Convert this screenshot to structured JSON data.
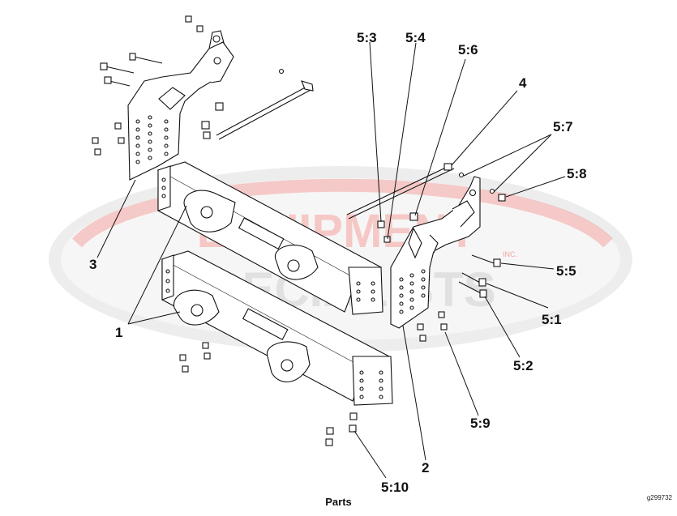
{
  "diagram": {
    "caption": "Parts",
    "figure_id": "g299732",
    "watermark": {
      "line1": "EQUIPMENT",
      "line2": "SPECIALISTS",
      "mark": "INC."
    },
    "callouts": [
      {
        "id": "c1",
        "text": "1"
      },
      {
        "id": "c2",
        "text": "2"
      },
      {
        "id": "c3",
        "text": "3"
      },
      {
        "id": "c4",
        "text": "4"
      },
      {
        "id": "c5_1",
        "text": "5:1"
      },
      {
        "id": "c5_2",
        "text": "5:2"
      },
      {
        "id": "c5_3",
        "text": "5:3"
      },
      {
        "id": "c5_4",
        "text": "5:4"
      },
      {
        "id": "c5_5",
        "text": "5:5"
      },
      {
        "id": "c5_6",
        "text": "5:6"
      },
      {
        "id": "c5_7",
        "text": "5:7"
      },
      {
        "id": "c5_8",
        "text": "5:8"
      },
      {
        "id": "c5_9",
        "text": "5:9"
      },
      {
        "id": "c5_10",
        "text": "5:10"
      }
    ],
    "colors": {
      "line": "#111111",
      "watermark_red": "#e8504a",
      "watermark_gray": "#cfcfcf"
    }
  }
}
